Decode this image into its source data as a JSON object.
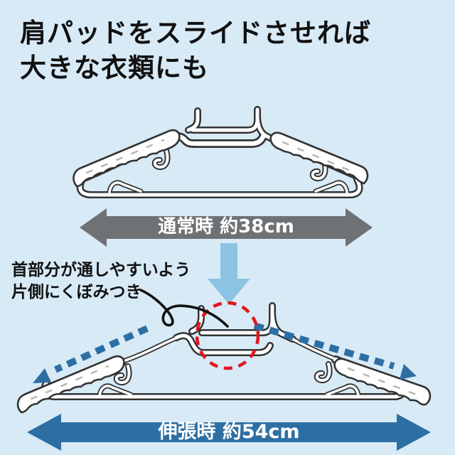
{
  "title": {
    "line1": "肩パッドをスライドさせれば",
    "line2": "大きな衣類にも"
  },
  "measurements": {
    "normal": {
      "label": "通常時 約38cm"
    },
    "extended": {
      "label": "伸張時 約54cm"
    }
  },
  "annotation": {
    "line1": "首部分が通しやすいよう",
    "line2": "片側にくぼみつき"
  },
  "colors": {
    "background": "#d7eaf6",
    "measure_gray": "#6f7275",
    "measure_blue": "#2e6fa3",
    "down_arrow_blue": "#8dc3e2",
    "highlight_red": "#e3151c",
    "hanger_outline": "#333333",
    "pad_dash_gray": "#b5b5b5",
    "leader_black": "#111111",
    "text_black": "#111111",
    "label_white": "#ffffff"
  }
}
